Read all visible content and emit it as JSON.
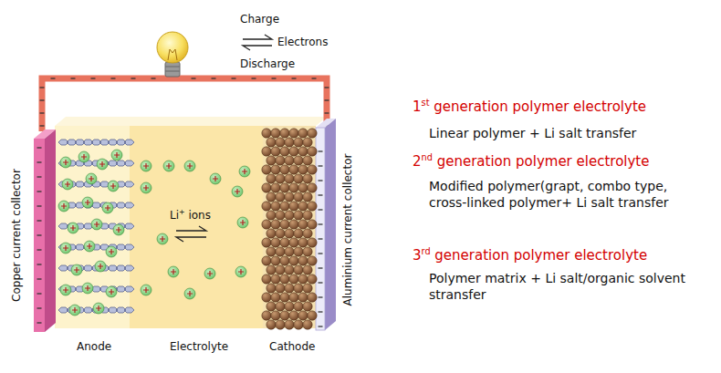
{
  "diagram": {
    "labels": [
      "Charge",
      "Electrons",
      "Discharge",
      "Li+ ions",
      "Copper current collector",
      "Anode",
      "Electrolyte",
      "Cathode",
      "Aluminium current collector",
      "1st generation polymer electrolyte",
      "Linear polymer + Li salt transfer",
      "2nd generation polymer electrolyte",
      "Modified polymer(grapt, combo type, cross-linked polymer+ Li salt transfer",
      "3rd generation polymer electrolyte",
      "Polymer matrix + Li salt/organic solvent stransfer"
    ]
  }
}
